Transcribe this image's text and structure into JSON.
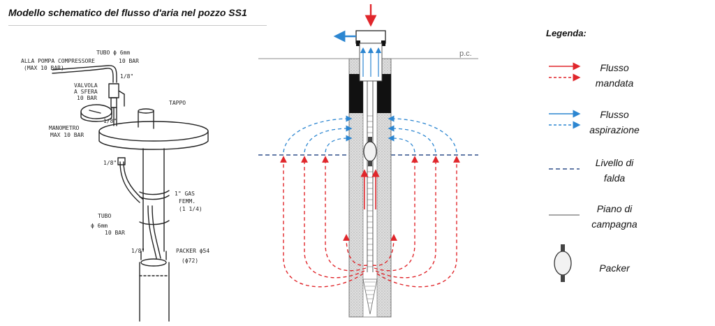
{
  "title": "Modello schematico del flusso d'aria nel pozzo SS1",
  "sketch": {
    "pump_line1": "ALLA POMPA COMPRESSORE",
    "pump_line2": "(MAX 10 BAR)",
    "tube_top_line1": "TUBO ϕ 6mm",
    "tube_top_line2": "10 BAR",
    "fitting_top": "1/8\"",
    "valve_line1": "VALVOLA",
    "valve_line2": "A SFERA",
    "valve_line3": "10 BAR",
    "cap": "TAPPO",
    "manometer_line1": "MANOMETRO",
    "manometer_line2": "MAX 10 BAR",
    "fitting_mid": "1/8\"",
    "fitting_left": "1/8\"",
    "gas_line1": "1\" GAS",
    "gas_line2": "FEMM.",
    "gas_line3": "(1 1/4)",
    "tube_low_line1": "TUBO",
    "tube_low_line2": "ϕ 6mm",
    "tube_low_line3": "10 BAR",
    "fitting_low": "1/8\"",
    "packer_line1": "PACKER ϕ54",
    "packer_line2": "(ϕ72)"
  },
  "diagram": {
    "ground_label": "p.c."
  },
  "legend": {
    "title": "Legenda:",
    "items": [
      {
        "line1": "Flusso",
        "line2": "mandata"
      },
      {
        "line1": "Flusso",
        "line2": "aspirazione"
      },
      {
        "line1": "Livello di",
        "line2": "falda"
      },
      {
        "line1": "Piano di",
        "line2": "campagna"
      },
      {
        "line1": "Packer",
        "line2": ""
      }
    ]
  },
  "colors": {
    "mandata": "#e0262b",
    "aspirazione": "#2c86d1",
    "falda": "#2f4f8a",
    "ground": "#8a8a8a",
    "casing": "#dcdcdc",
    "seal": "#111111"
  }
}
